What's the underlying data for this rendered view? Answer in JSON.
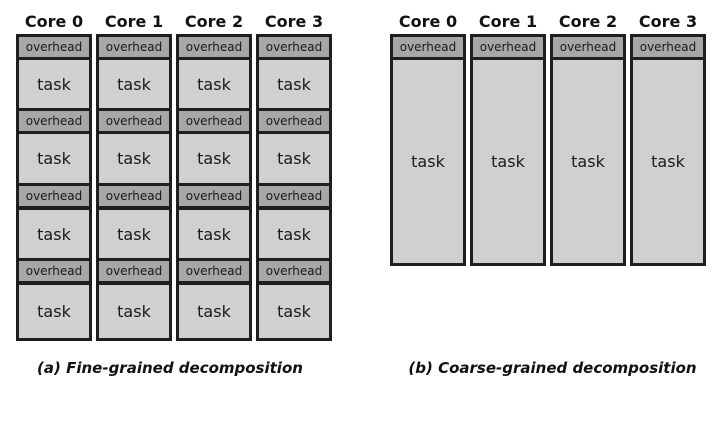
{
  "fine": {
    "cores": [
      "Core 0",
      "Core 1",
      "Core 2",
      "Core 3"
    ],
    "overhead_label": "overhead",
    "task_label": "task",
    "caption": "(a) Fine-grained decomposition"
  },
  "coarse": {
    "cores": [
      "Core 0",
      "Core 1",
      "Core 2",
      "Core 3"
    ],
    "overhead_label": "overhead",
    "task_label": "task",
    "caption": "(b) Coarse-grained decomposition"
  }
}
